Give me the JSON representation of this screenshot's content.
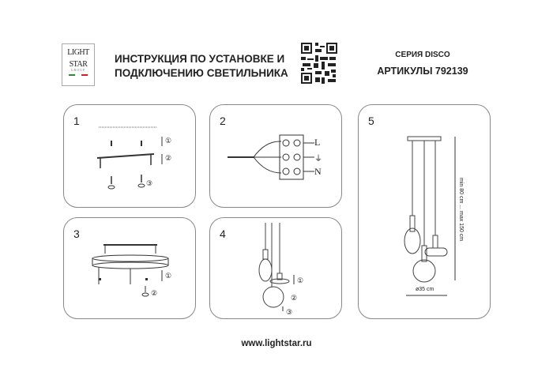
{
  "header": {
    "logo": {
      "line1": "LIGHT",
      "line2": "STAR",
      "line3": "GROUP"
    },
    "title_line1": "ИНСТРУКЦИЯ ПО УСТАНОВКЕ И",
    "title_line2": "ПОДКЛЮЧЕНИЮ СВЕТИЛЬНИКА",
    "qr_icon": "qr-code-icon",
    "series": "СЕРИЯ DISCO",
    "articles": "АРТИКУЛЫ 792139"
  },
  "panels": [
    {
      "number": "1",
      "markers": [
        "①",
        "②",
        "③"
      ]
    },
    {
      "number": "2",
      "terminals": [
        "L",
        "⏚",
        "N"
      ]
    },
    {
      "number": "3",
      "markers": [
        "①",
        "②"
      ]
    },
    {
      "number": "4",
      "markers": [
        "①",
        "②",
        "③"
      ]
    },
    {
      "number": "5",
      "height_label": "min 80 cm ... max 150 cm",
      "diameter_label": "ø35 cm"
    }
  ],
  "footer": {
    "url": "www.lightstar.ru"
  }
}
